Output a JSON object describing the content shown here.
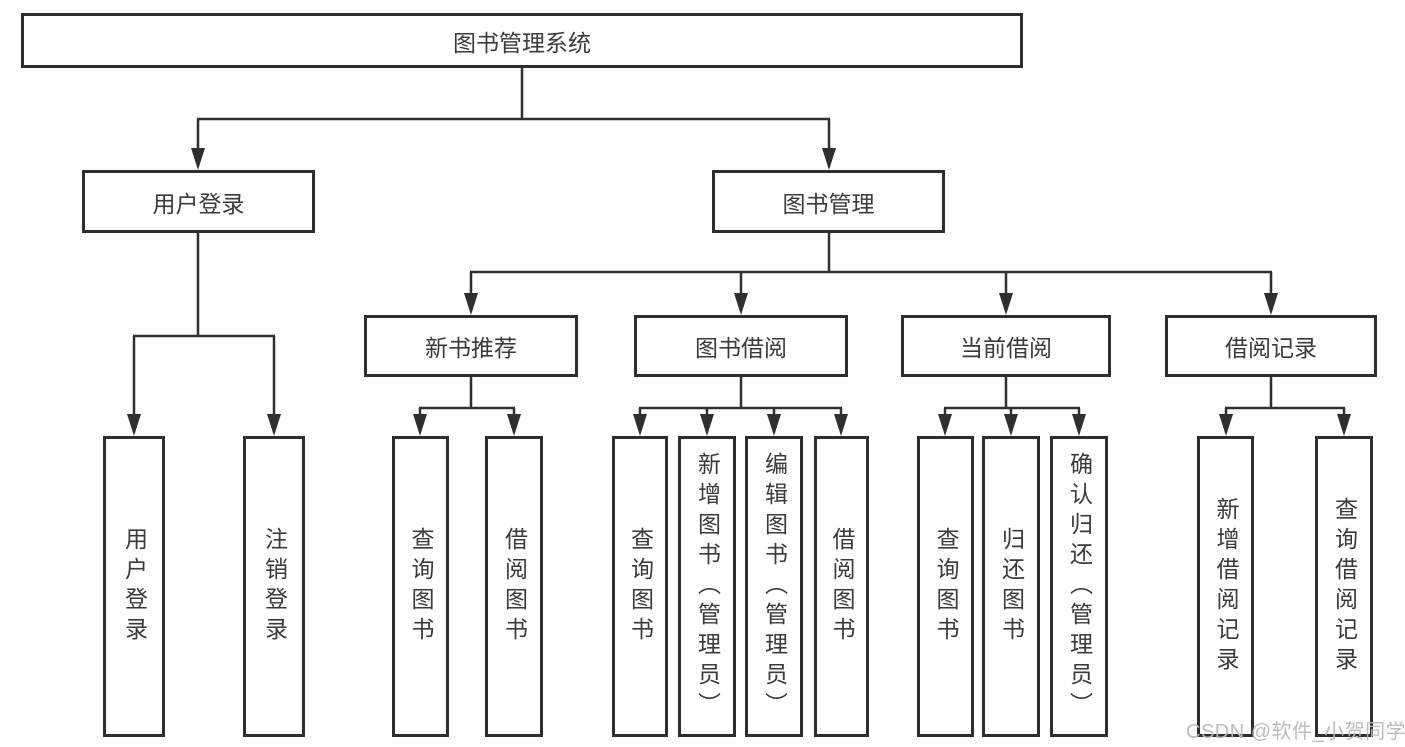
{
  "watermark": "CSDN @软件_小贺同学",
  "colors": {
    "line": "#2f2f2f",
    "box_border": "#2e2e2e",
    "text": "#3a3a3a",
    "watermark": "#b9b9b9",
    "background": "#ffffff"
  },
  "tree": {
    "root": {
      "label": "图书管理系统"
    },
    "level2": [
      {
        "label": "用户登录",
        "children": [
          {
            "label": "用户登录"
          },
          {
            "label": "注销登录"
          }
        ]
      },
      {
        "label": "图书管理",
        "children": [
          {
            "label": "新书推荐",
            "children": [
              {
                "label": "查询图书"
              },
              {
                "label": "借阅图书"
              }
            ]
          },
          {
            "label": "图书借阅",
            "children": [
              {
                "label": "查询图书"
              },
              {
                "label": "新增图书（管理员）"
              },
              {
                "label": "编辑图书（管理员）"
              },
              {
                "label": "借阅图书"
              }
            ]
          },
          {
            "label": "当前借阅",
            "children": [
              {
                "label": "查询图书"
              },
              {
                "label": "归还图书"
              },
              {
                "label": "确认归还（管理员）"
              }
            ]
          },
          {
            "label": "借阅记录",
            "children": [
              {
                "label": "新增借阅记录"
              },
              {
                "label": "查询借阅记录"
              }
            ]
          }
        ]
      }
    ]
  }
}
